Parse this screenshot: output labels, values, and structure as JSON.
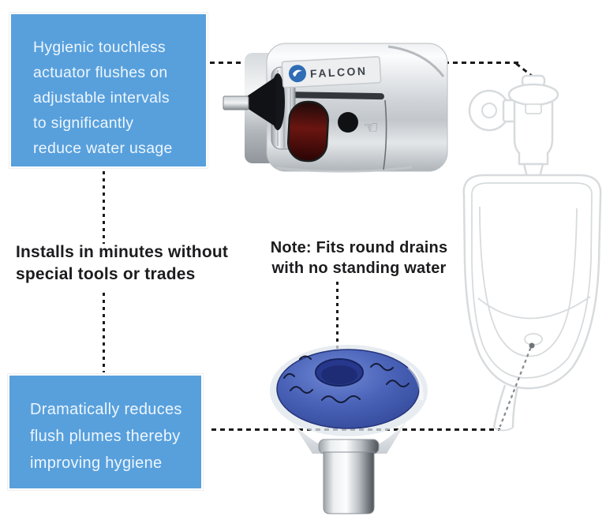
{
  "colors": {
    "callout_blue": "#58A0DC",
    "callout_text": "#EDF6FE",
    "dark_text": "#1C1C1E",
    "connector_dark": "#1A1A1A",
    "connector_gray": "#8A8F93",
    "lineart_gray": "#D8DBDD",
    "brand_blue": "#2F6DB5",
    "sensor_red": "#6B1510",
    "device_blue": "#4A63B8"
  },
  "callouts": {
    "touchless": {
      "lines": [
        "Hygienic touchless",
        "actuator flushes on",
        "adjustable intervals",
        "to significantly",
        "reduce water usage"
      ]
    },
    "installs": {
      "lines": [
        "Installs in minutes without",
        "special tools or trades"
      ]
    },
    "note": {
      "lines": [
        "Note: Fits round drains",
        "with no standing water"
      ]
    },
    "plumes": {
      "lines": [
        "Dramatically reduces",
        "flush plumes thereby",
        "improving hygiene"
      ]
    }
  },
  "actuator": {
    "brand": "FALCON"
  },
  "icons": {
    "hand_glyph": "☜"
  }
}
